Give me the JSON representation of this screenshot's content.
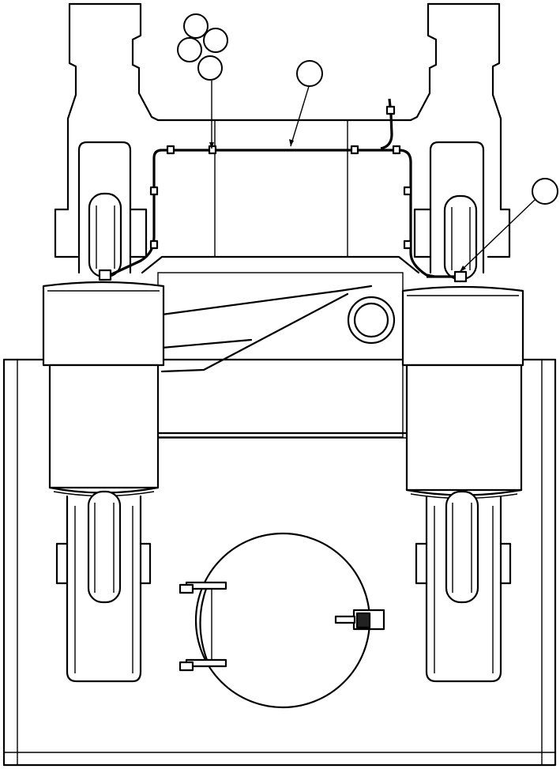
{
  "callouts": [
    {
      "id": "callout-cluster-1",
      "label": ""
    },
    {
      "id": "callout-cluster-2",
      "label": ""
    },
    {
      "id": "callout-cluster-3",
      "label": ""
    },
    {
      "id": "callout-cluster-4",
      "label": ""
    },
    {
      "id": "callout-harness",
      "label": ""
    },
    {
      "id": "callout-right-sensor",
      "label": ""
    }
  ]
}
